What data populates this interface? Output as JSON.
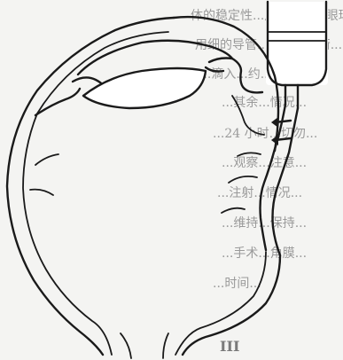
{
  "background_text": {
    "lines": [
      "体的稳定性...用力过猛...眼球破裂...",
      "用细的导管...按压...平衡...",
      "...滴入...约...分钟...",
      "...其余...情况...",
      "...24 小时...切勿...",
      "...观察...注意...",
      "...注射...情况...",
      "...维持...保持...",
      "...手术...角膜...",
      "...时间..."
    ],
    "heading": "III"
  },
  "colors": {
    "ink": "#1a1a1a",
    "paper": "#f4f4f2",
    "background_text": "#9a9a9a"
  }
}
